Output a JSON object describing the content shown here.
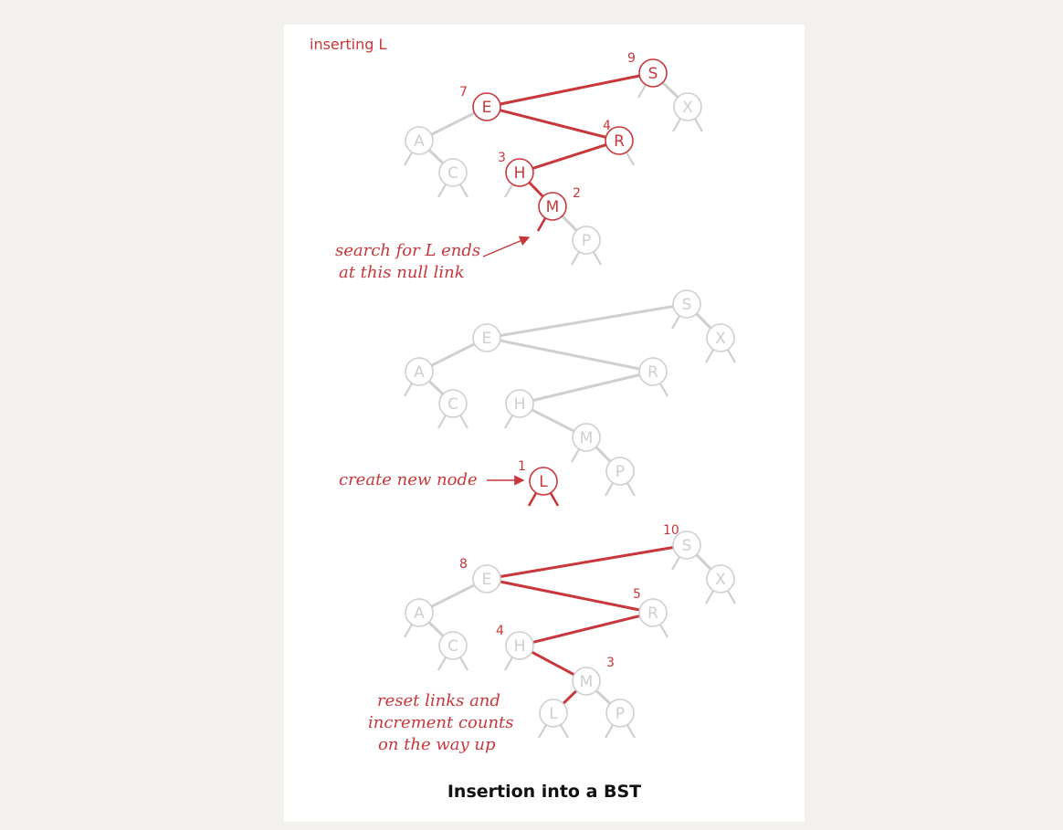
{
  "colors": {
    "red": "#c8373b",
    "gray": "#cfcfcf",
    "text_black": "#111111",
    "page_bg": "#f2f1ee",
    "panel_bg": "#ffffff"
  },
  "heading": "inserting L",
  "caption": "Insertion into a BST",
  "notes": {
    "search_line1": "search for L ends",
    "search_line2": "at this null link",
    "create": "create new node",
    "reset_line1": "reset links and",
    "reset_line2": "increment counts",
    "reset_line3": "on the way up"
  },
  "trees": [
    {
      "id": "search",
      "nodes": [
        {
          "key": "S",
          "count": "9",
          "active": true
        },
        {
          "key": "E",
          "count": "7",
          "active": true
        },
        {
          "key": "X",
          "count": "",
          "active": false
        },
        {
          "key": "A",
          "count": "",
          "active": false
        },
        {
          "key": "R",
          "count": "4",
          "active": true
        },
        {
          "key": "C",
          "count": "",
          "active": false
        },
        {
          "key": "H",
          "count": "3",
          "active": true
        },
        {
          "key": "M",
          "count": "2",
          "active": true
        },
        {
          "key": "P",
          "count": "",
          "active": false
        }
      ]
    },
    {
      "id": "create",
      "nodes": [
        {
          "key": "S",
          "count": "",
          "active": false
        },
        {
          "key": "E",
          "count": "",
          "active": false
        },
        {
          "key": "X",
          "count": "",
          "active": false
        },
        {
          "key": "A",
          "count": "",
          "active": false
        },
        {
          "key": "R",
          "count": "",
          "active": false
        },
        {
          "key": "C",
          "count": "",
          "active": false
        },
        {
          "key": "H",
          "count": "",
          "active": false
        },
        {
          "key": "M",
          "count": "",
          "active": false
        },
        {
          "key": "P",
          "count": "",
          "active": false
        },
        {
          "key": "L",
          "count": "1",
          "active": true
        }
      ]
    },
    {
      "id": "reset",
      "nodes": [
        {
          "key": "S",
          "count": "10",
          "active": false
        },
        {
          "key": "E",
          "count": "8",
          "active": false
        },
        {
          "key": "X",
          "count": "",
          "active": false
        },
        {
          "key": "A",
          "count": "",
          "active": false
        },
        {
          "key": "R",
          "count": "5",
          "active": false
        },
        {
          "key": "C",
          "count": "",
          "active": false
        },
        {
          "key": "H",
          "count": "4",
          "active": false
        },
        {
          "key": "M",
          "count": "3",
          "active": false
        },
        {
          "key": "P",
          "count": "",
          "active": false
        },
        {
          "key": "L",
          "count": "",
          "active": false
        }
      ]
    }
  ]
}
